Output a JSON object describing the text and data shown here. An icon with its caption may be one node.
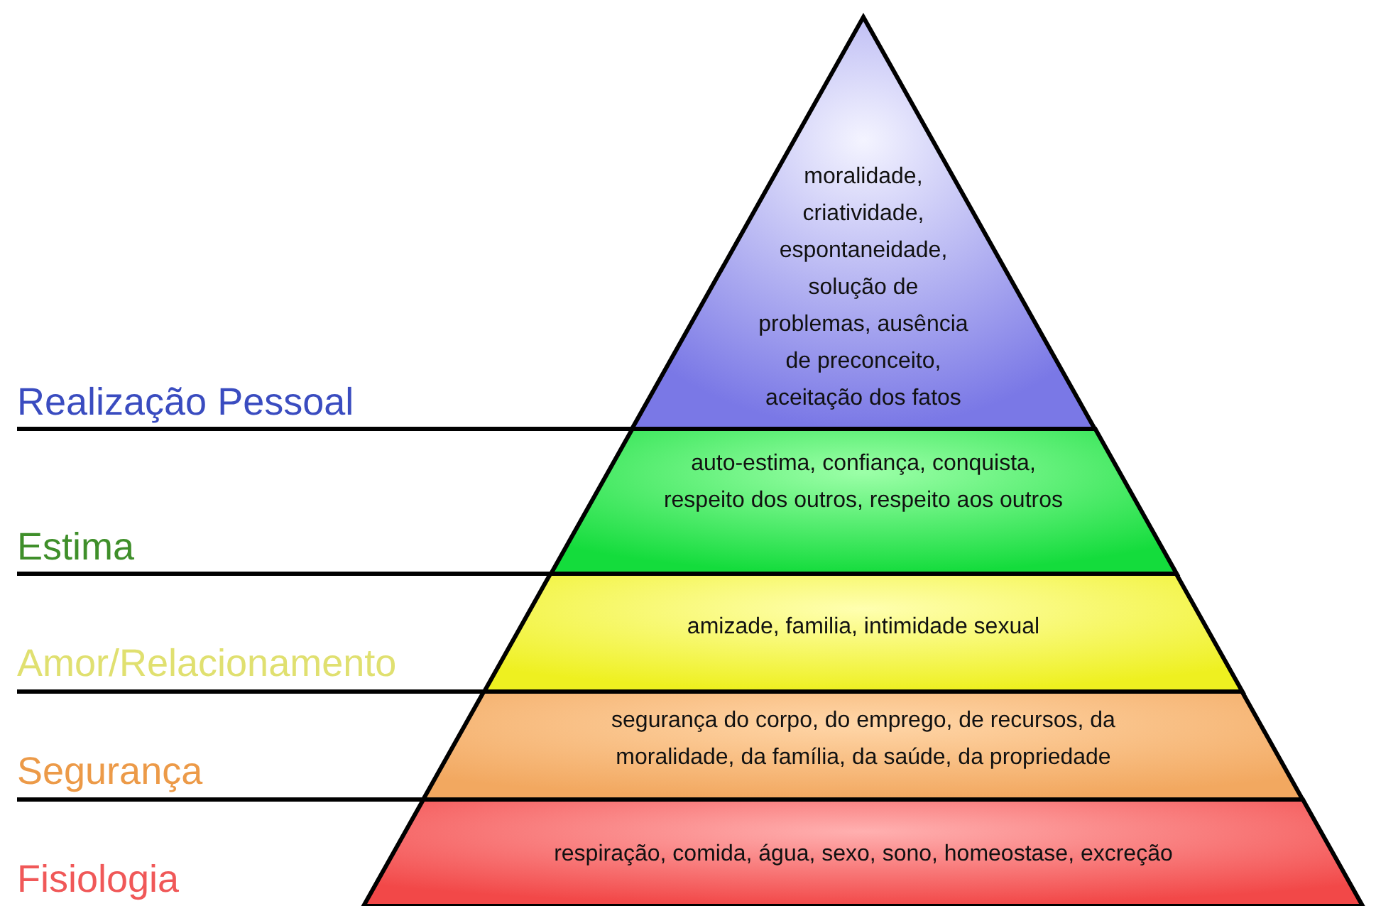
{
  "diagram": {
    "nodes": [
      {
        "text": [
          "moralidade, criatividade, espontaneidade, solução de problemas, ausência de preconceito, aceitação dos fatos"
        ]
      },
      {
        "text": [
          "auto-estima, confiança, conquista, respeito dos outros, respeito aos outros"
        ]
      },
      {
        "text": [
          "amizade, familia, intimidade sexual"
        ]
      },
      {
        "text": [
          "segurança do corpo, do emprego, de recursos, da moralidade, da família, da saúde, da propriedade"
        ]
      },
      {
        "text": [
          "respiração, comida, água, sexo, sono, homeostase, excreção"
        ]
      }
    ],
    "labels": [
      "Realização Pessoal",
      "Estima",
      "Amor/Relacionamento",
      "Segurança",
      "Fisiologia"
    ]
  }
}
